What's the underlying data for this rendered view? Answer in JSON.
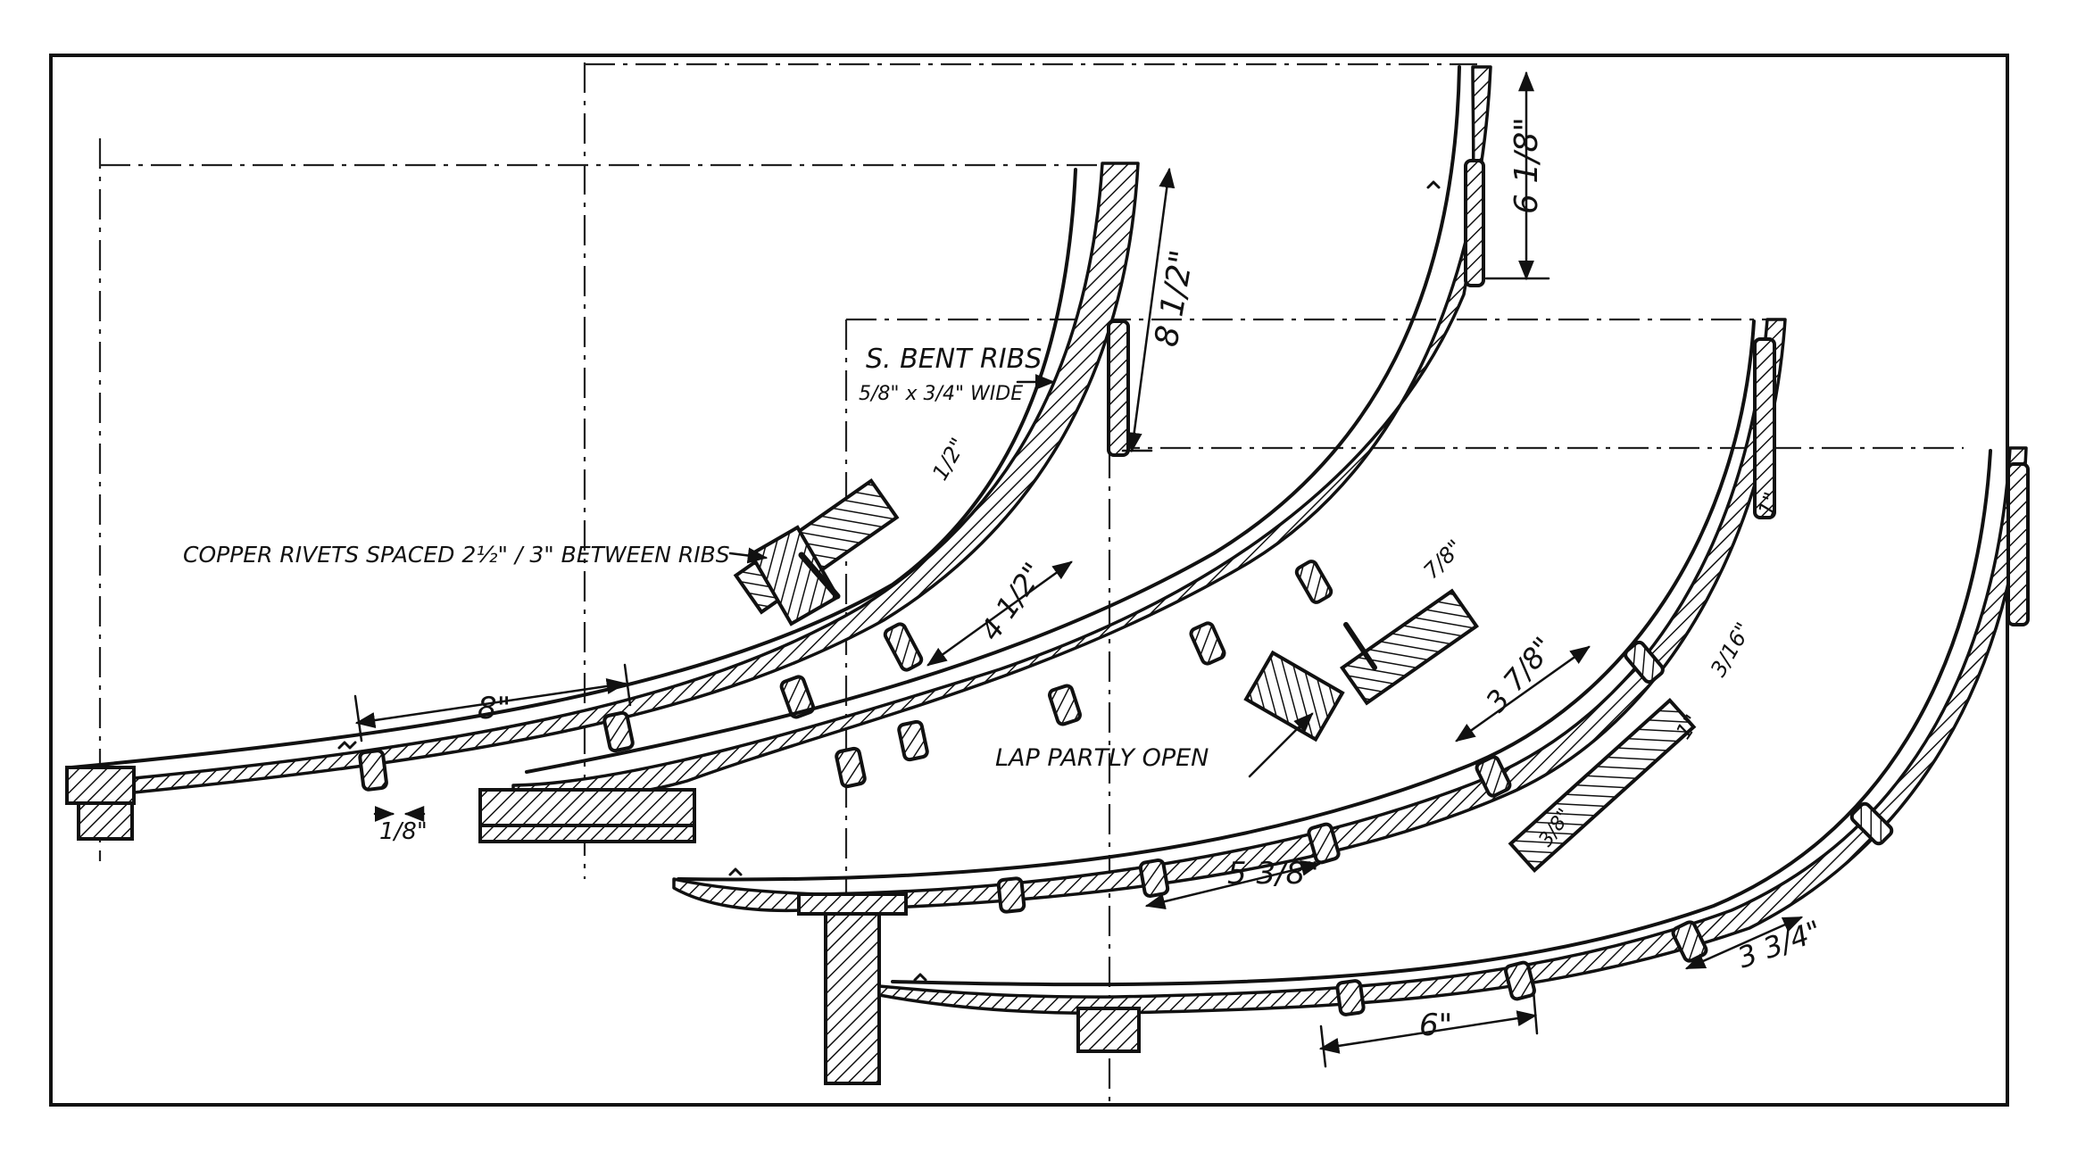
{
  "labels": {
    "bent_ribs_line1": "S. BENT RIBS",
    "bent_ribs_line2": "5/8\" x 3/4\" WIDE",
    "copper_rivets": "COPPER RIVETS SPACED 2½\" / 3\" BETWEEN RIBS",
    "lap_partly_open": "LAP PARTLY OPEN"
  },
  "dimensions": {
    "top_right_height": "6 1/8\"",
    "rib_height": "8 1/2\"",
    "rib_width_half": "1/2\"",
    "plank_width": "4 1/2\"",
    "rib_spacing": "8\"",
    "plank_thickness": "1/8\"",
    "lap_detail": "7/8\"",
    "plank_width_2": "3 7/8\"",
    "plank_width_3": "5 3/8\"",
    "rib_width_right": "1\"",
    "rivet_offset": "3/16\"",
    "detail_width": "1\"",
    "detail_small": "3/8\"",
    "plank_width_4": "3 3/4\"",
    "rib_spacing_2": "6\""
  }
}
